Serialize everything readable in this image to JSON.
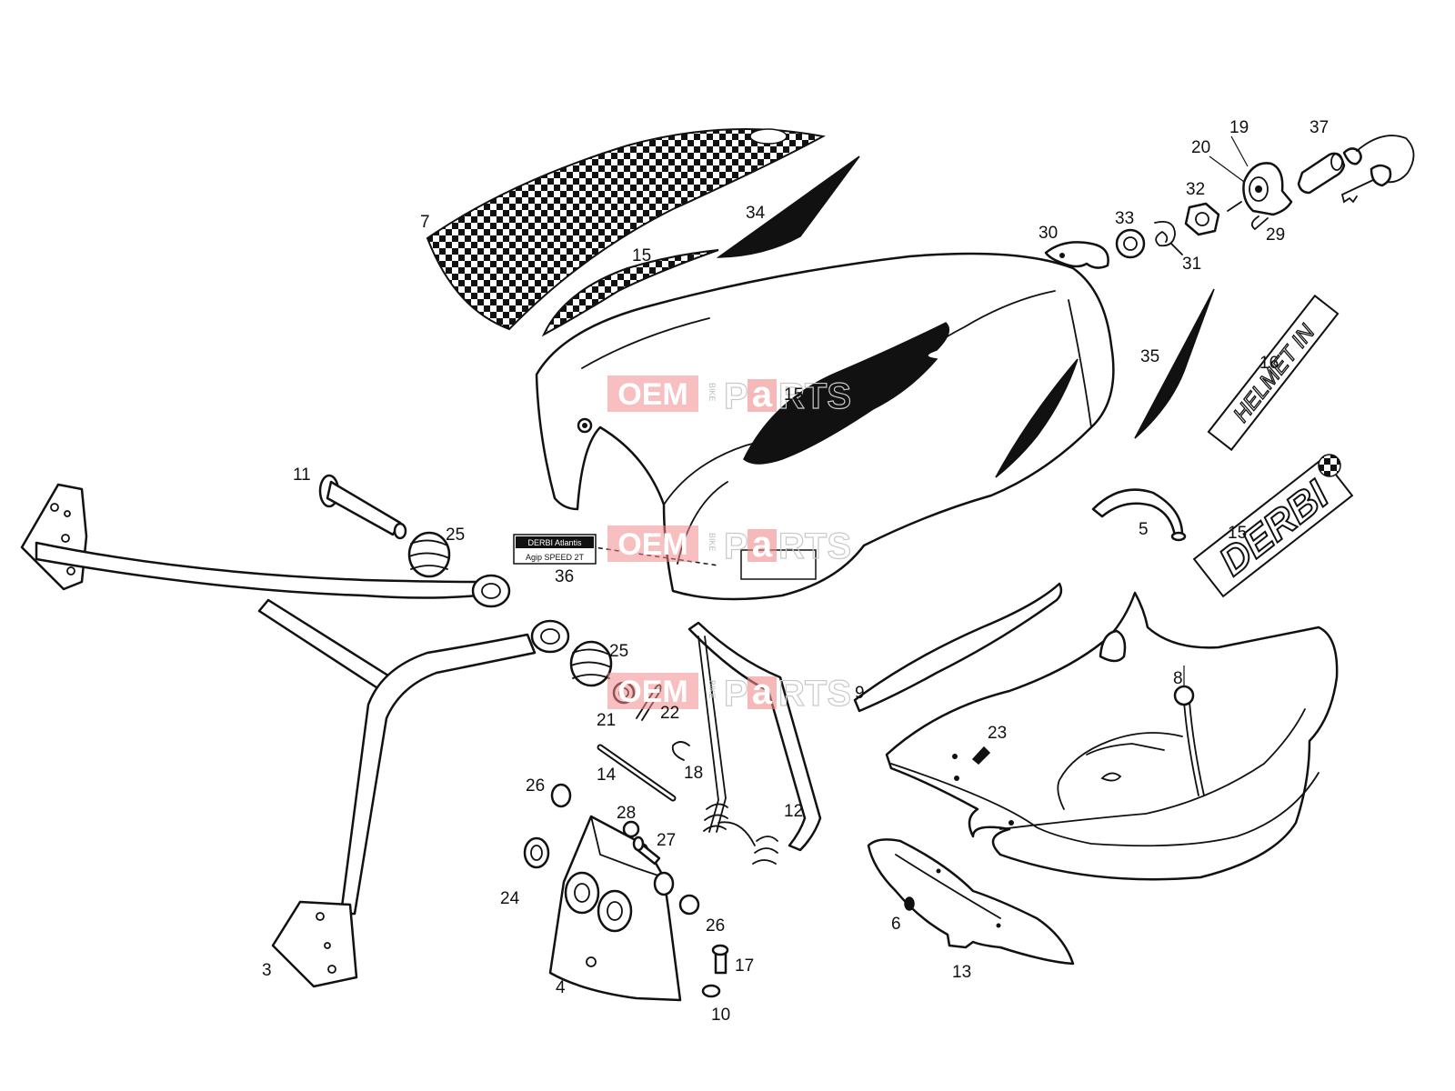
{
  "callouts": {
    "c3": "3",
    "c4": "4",
    "c5": "5",
    "c6": "6",
    "c7": "7",
    "c8": "8",
    "c9": "9",
    "c10": "10",
    "c11": "11",
    "c12": "12",
    "c13": "13",
    "c14": "14",
    "c15a": "15",
    "c15b": "15",
    "c15c": "15",
    "c16": "16",
    "c17": "17",
    "c18": "18",
    "c19": "19",
    "c20": "20",
    "c21": "21",
    "c22": "22",
    "c23": "23",
    "c24": "24",
    "c25a": "25",
    "c25b": "25",
    "c26a": "26",
    "c26b": "26",
    "c27": "27",
    "c28": "28",
    "c29": "29",
    "c30": "30",
    "c31": "31",
    "c32": "32",
    "c33": "33",
    "c34": "34",
    "c35": "35",
    "c36": "36",
    "c37": "37"
  },
  "decals": {
    "helmet_text": "HELMET IN",
    "brand_text": "DERBI",
    "label36_line1": "DERBI Atlantis",
    "label36_line2": "Agip SPEED 2T"
  },
  "watermark": {
    "oem": "OEM",
    "bike": "BIKE",
    "parts_p": "P",
    "parts_a": "a",
    "parts_rts": "RTS"
  },
  "colors": {
    "line": "#111111",
    "watermark_red": "#f08a8a",
    "watermark_grey": "#c9c9c9"
  }
}
